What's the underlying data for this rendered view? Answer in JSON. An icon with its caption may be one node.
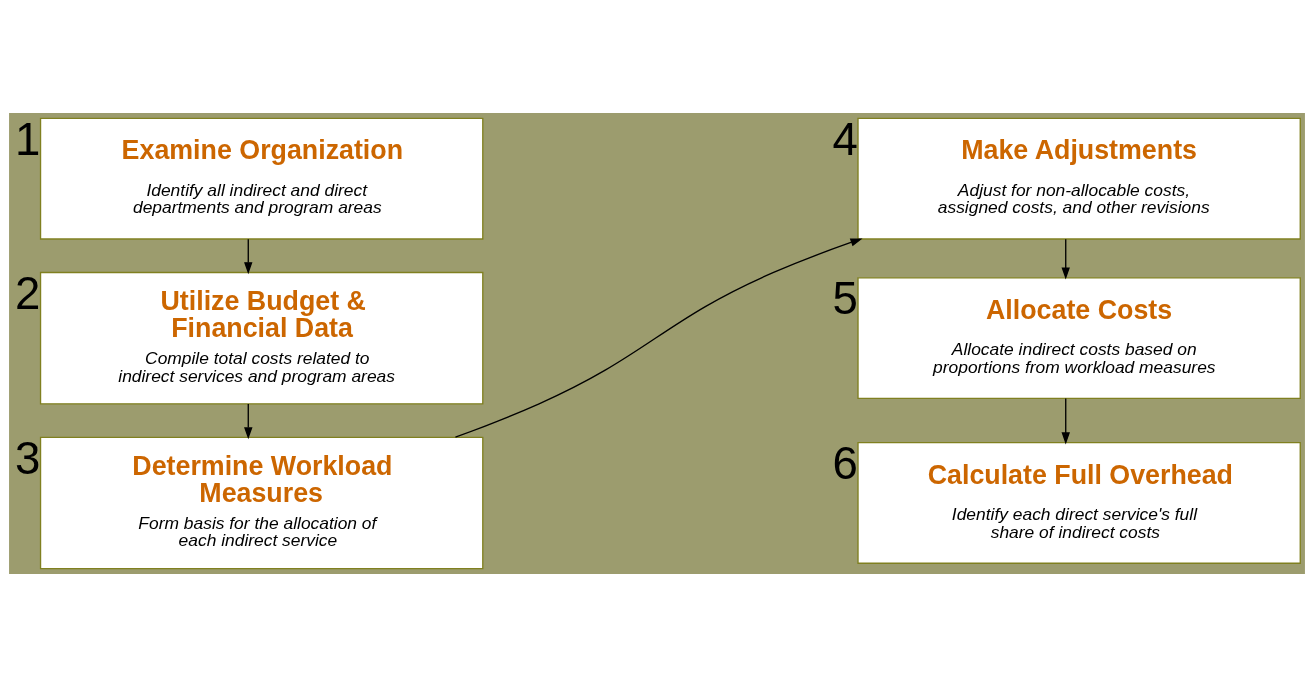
{
  "diagram": {
    "nodes": [
      {
        "text": [
          "Examine Organization",
          "Identify all indirect and direct departments and program areas"
        ],
        "beside": [
          "1"
        ]
      },
      {
        "text": [
          "Utilize Budget & Financial Data",
          "Compile total costs related to indirect services and program areas"
        ],
        "beside": [
          "2"
        ]
      },
      {
        "text": [
          "Determine Workload Measures",
          "Form basis for the allocation of each indirect service"
        ],
        "beside": [
          "3"
        ]
      },
      {
        "text": [
          "Make Adjustments",
          "Adjust for non-allocable costs, assigned costs, and other revisions"
        ],
        "beside": [
          "4"
        ]
      },
      {
        "text": [
          "Allocate Costs",
          "Allocate indirect costs based on proportions from workload measures"
        ],
        "beside": [
          "5"
        ]
      },
      {
        "text": [
          "Calculate Full Overhead",
          "Identify each direct service's full share of indirect costs"
        ],
        "beside": [
          "6"
        ]
      }
    ],
    "edges": [
      {
        "from": 0,
        "to": 1,
        "arrow": "to"
      },
      {
        "from": 1,
        "to": 2,
        "arrow": "to"
      },
      {
        "from": 2,
        "to": 3,
        "arrow": "to"
      },
      {
        "from": 3,
        "to": 4,
        "arrow": "to"
      },
      {
        "from": 4,
        "to": 5,
        "arrow": "to"
      }
    ]
  }
}
